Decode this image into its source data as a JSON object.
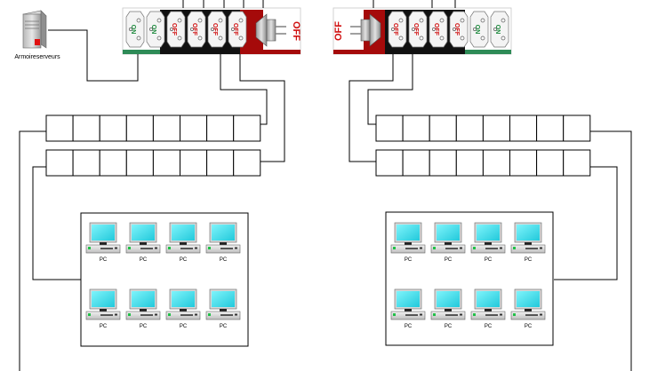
{
  "server": {
    "label": "Armoireserveurs"
  },
  "power_strips": [
    {
      "switches": [
        "ON",
        "ON",
        "OFF",
        "OFF",
        "OFF",
        "OFF"
      ],
      "plug_label": "OFF"
    },
    {
      "plug_label": "OFF",
      "switches": [
        "OFF",
        "OFF",
        "OFF",
        "OFF",
        "ON",
        "ON"
      ]
    }
  ],
  "computer_groups": [
    {
      "pcs": [
        "PC",
        "PC",
        "PC",
        "PC",
        "PC",
        "PC",
        "PC",
        "PC"
      ]
    },
    {
      "pcs": [
        "PC",
        "PC",
        "PC",
        "PC",
        "PC",
        "PC",
        "PC",
        "PC"
      ]
    }
  ],
  "colors": {
    "line": "#000000",
    "strip_green": "#2e8b57",
    "strip_red": "#a50a0a",
    "strip_black": "#111111",
    "off_text": "#d01010",
    "on_text": "#1c8a3c",
    "screen": "#3ee0ee",
    "server_red": "#e01010"
  }
}
